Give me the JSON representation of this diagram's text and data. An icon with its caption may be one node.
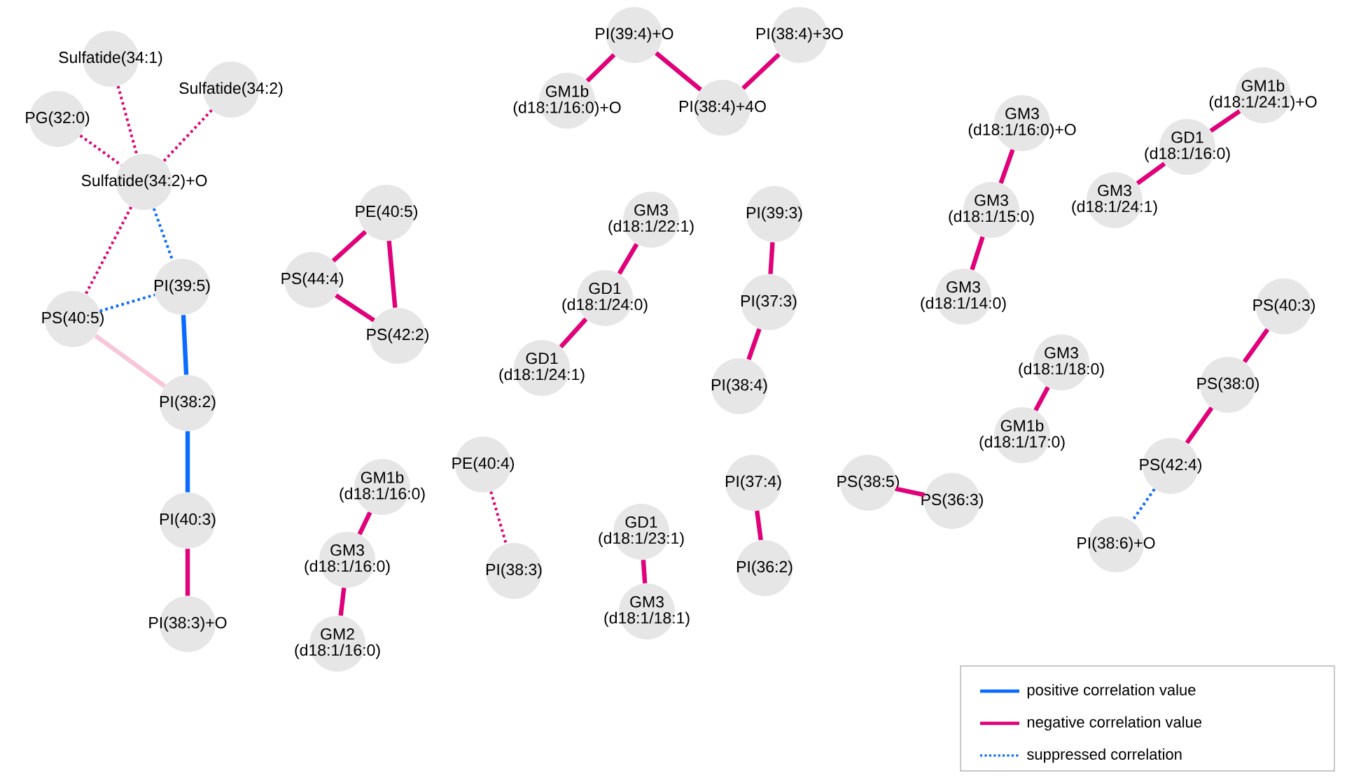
{
  "diagram": {
    "nodes": [
      {
        "text": [
          "Sulfatide(34:1)"
        ]
      },
      {
        "text": [
          "Sulfatide(34:2)"
        ]
      },
      {
        "text": [
          "PG(32:0)"
        ]
      },
      {
        "text": [
          "Sulfatide(34:2)+O"
        ]
      },
      {
        "text": [
          "PE(40:5)"
        ]
      },
      {
        "text": [
          "PS(44:4)"
        ]
      },
      {
        "text": [
          "PI(39:5)"
        ]
      },
      {
        "text": [
          "PS(40:5)"
        ]
      },
      {
        "text": [
          "PS(42:2)"
        ]
      },
      {
        "text": [
          "PI(38:2)"
        ]
      },
      {
        "text": [
          "PI(40:3)"
        ]
      },
      {
        "text": [
          "PI(38:3)+O"
        ]
      },
      {
        "text": [
          "PI(39:4)+O"
        ]
      },
      {
        "text": [
          "PI(38:4)+3O"
        ]
      },
      {
        "text": [
          "GM1b (d18:1/16:0)+O"
        ]
      },
      {
        "text": [
          "PI(38:4)+4O"
        ]
      },
      {
        "text": [
          "GM3 (d18:1/22:1)"
        ]
      },
      {
        "text": [
          "PI(39:3)"
        ]
      },
      {
        "text": [
          "GD1 (d18:1/24:0)"
        ]
      },
      {
        "text": [
          "PI(37:3)"
        ]
      },
      {
        "text": [
          "GD1 (d18:1/24:1)"
        ]
      },
      {
        "text": [
          "PI(38:4)"
        ]
      },
      {
        "text": [
          "GM1b (d18:1/24:1)+O"
        ]
      },
      {
        "text": [
          "GM3 (d18:1/16:0)+O"
        ]
      },
      {
        "text": [
          "GD1 (d18:1/16:0)"
        ]
      },
      {
        "text": [
          "GM3 (d18:1/15:0)"
        ]
      },
      {
        "text": [
          "GM3 (d18:1/24:1)"
        ]
      },
      {
        "text": [
          "GM3 (d18:1/14:0)"
        ]
      },
      {
        "text": [
          "PS(40:3)"
        ]
      },
      {
        "text": [
          "GM3 (d18:1/18:0)"
        ]
      },
      {
        "text": [
          "PS(38:0)"
        ]
      },
      {
        "text": [
          "GM1b (d18:1/17:0)"
        ]
      },
      {
        "text": [
          "PS(42:4)"
        ]
      },
      {
        "text": [
          "PE(40:4)"
        ]
      },
      {
        "text": [
          "GM1b (d18:1/16:0)"
        ]
      },
      {
        "text": [
          "PS(38:5)"
        ]
      },
      {
        "text": [
          "PI(37:4)"
        ]
      },
      {
        "text": [
          "PS(36:3)"
        ]
      },
      {
        "text": [
          "GM3 (d18:1/16:0)"
        ]
      },
      {
        "text": [
          "GD1 (d18:1/23:1)"
        ]
      },
      {
        "text": [
          "PI(38:3)"
        ]
      },
      {
        "text": [
          "PI(36:2)"
        ]
      },
      {
        "text": [
          "PI(38:6)+O"
        ]
      },
      {
        "text": [
          "GM3 (d18:1/18:1)"
        ]
      },
      {
        "text": [
          "GM2 (d18:1/16:0)"
        ]
      }
    ],
    "edges": [
      {
        "from": 0,
        "to": 3,
        "arrow": "none",
        "style": "dashed"
      },
      {
        "from": 1,
        "to": 3,
        "arrow": "none",
        "style": "dashed"
      },
      {
        "from": 2,
        "to": 3,
        "arrow": "none",
        "style": "dashed"
      },
      {
        "from": 3,
        "to": 7,
        "arrow": "none",
        "style": "dashed"
      },
      {
        "from": 3,
        "to": 6,
        "arrow": "none",
        "style": "dashed",
        "color": "#0a6cff"
      },
      {
        "from": 7,
        "to": 6,
        "arrow": "none",
        "style": "dashed",
        "color": "#0a6cff"
      },
      {
        "from": 7,
        "to": 9,
        "arrow": "none",
        "color": "#f7c6da"
      },
      {
        "from": 6,
        "to": 9,
        "arrow": "none",
        "color": "#0a6cff"
      },
      {
        "from": 9,
        "to": 10,
        "arrow": "none",
        "color": "#0a6cff"
      },
      {
        "from": 10,
        "to": 11,
        "arrow": "none"
      },
      {
        "from": 4,
        "to": 5,
        "arrow": "none"
      },
      {
        "from": 4,
        "to": 8,
        "arrow": "none"
      },
      {
        "from": 5,
        "to": 8,
        "arrow": "none"
      },
      {
        "from": 12,
        "to": 14,
        "arrow": "none"
      },
      {
        "from": 12,
        "to": 15,
        "arrow": "none"
      },
      {
        "from": 13,
        "to": 15,
        "arrow": "none"
      },
      {
        "from": 16,
        "to": 18,
        "arrow": "none"
      },
      {
        "from": 18,
        "to": 20,
        "arrow": "none"
      },
      {
        "from": 17,
        "to": 19,
        "arrow": "none"
      },
      {
        "from": 19,
        "to": 21,
        "arrow": "none"
      },
      {
        "from": 22,
        "to": 24,
        "arrow": "none"
      },
      {
        "from": 24,
        "to": 26,
        "arrow": "none"
      },
      {
        "from": 23,
        "to": 25,
        "arrow": "none"
      },
      {
        "from": 25,
        "to": 27,
        "arrow": "none"
      },
      {
        "from": 29,
        "to": 31,
        "arrow": "none"
      },
      {
        "from": 28,
        "to": 30,
        "arrow": "none"
      },
      {
        "from": 30,
        "to": 32,
        "arrow": "none"
      },
      {
        "from": 32,
        "to": 42,
        "arrow": "none",
        "style": "dashed",
        "color": "#0a6cff"
      },
      {
        "from": 34,
        "to": 38,
        "arrow": "none"
      },
      {
        "from": 38,
        "to": 44,
        "arrow": "none"
      },
      {
        "from": 33,
        "to": 40,
        "arrow": "none",
        "style": "dashed"
      },
      {
        "from": 39,
        "to": 43,
        "arrow": "none"
      },
      {
        "from": 36,
        "to": 41,
        "arrow": "none"
      },
      {
        "from": 35,
        "to": 37,
        "arrow": "none"
      }
    ],
    "legend": [
      {
        "text": "positive correlation value"
      },
      {
        "text": "negative correlation value"
      },
      {
        "text": "suppressed correlation"
      }
    ]
  }
}
